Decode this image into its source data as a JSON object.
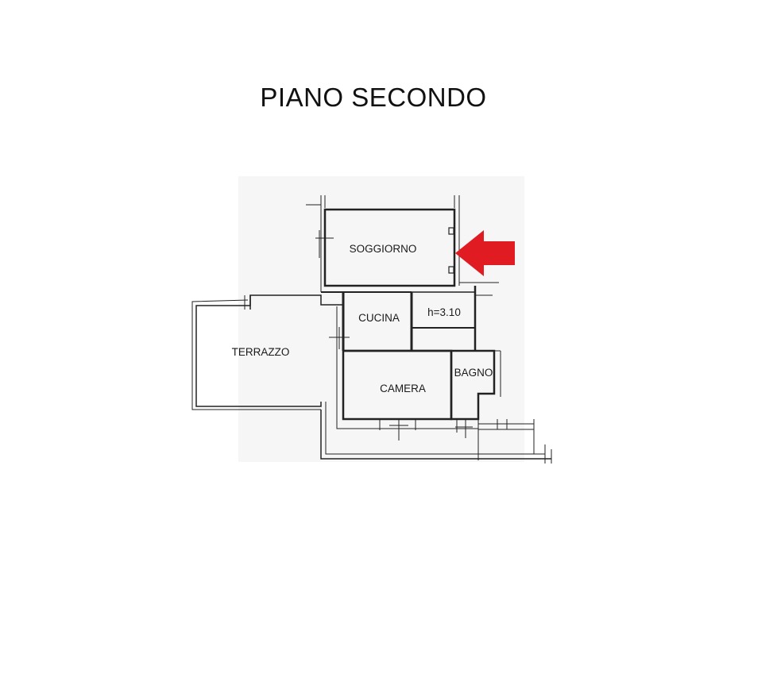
{
  "title": "PIANO SECONDO",
  "rooms": {
    "soggiorno": "SOGGIORNO",
    "cucina": "CUCINA",
    "height_note": "h=3.10",
    "terrazzo": "TERRAZZO",
    "camera": "CAMERA",
    "bagno": "BAGNO"
  },
  "colors": {
    "walls": "#222222",
    "background": "#ffffff",
    "arrow": "#e11b22",
    "shading": "#f4f4f4"
  },
  "icons": {
    "pointer": "red-arrow-left-icon"
  }
}
